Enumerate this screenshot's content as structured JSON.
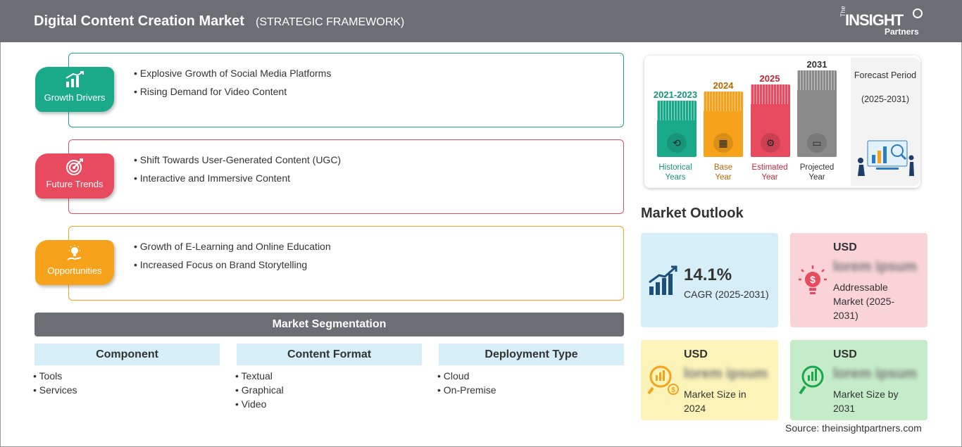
{
  "header": {
    "title": "Digital Content Creation Market",
    "subtitle": "(STRATEGIC FRAMEWORK)",
    "logo": {
      "the": "The",
      "insight": "INSIGHT",
      "partners": "Partners"
    }
  },
  "factors": {
    "drivers": {
      "label": "Growth Drivers",
      "icon": "bar-chart-growth-icon",
      "color": "#1aaa8a",
      "items": [
        "Explosive Growth of Social Media Platforms",
        "Rising Demand for Video Content"
      ]
    },
    "trends": {
      "label": "Future Trends",
      "icon": "target-icon",
      "color": "#e84a5f",
      "items": [
        "Shift Towards User-Generated Content (UGC)",
        "Interactive and Immersive Content"
      ]
    },
    "opportunities": {
      "label": "Opportunities",
      "icon": "lightbulb-hand-icon",
      "color": "#f7a21b",
      "items": [
        "Growth of E-Learning and Online Education",
        "Increased Focus on Brand Storytelling"
      ]
    }
  },
  "segmentation": {
    "title": "Market Segmentation",
    "columns": [
      {
        "heading": "Component",
        "items": [
          "Tools",
          "Services"
        ]
      },
      {
        "heading": "Content Format",
        "items": [
          "Textual",
          "Graphical",
          "Video"
        ]
      },
      {
        "heading": "Deployment Type",
        "items": [
          "Cloud",
          "On-Premise"
        ]
      }
    ]
  },
  "timeline": {
    "periods": [
      {
        "year": "2021-2023",
        "label_1": "Historical",
        "label_2": "Years",
        "color": "#1aaa8a",
        "year_color": "#14967a",
        "icon": "history-icon"
      },
      {
        "year": "2024",
        "label_1": "Base",
        "label_2": "Year",
        "color": "#f7a21b",
        "year_color": "#b56a00",
        "icon": "calendar-icon"
      },
      {
        "year": "2025",
        "label_1": "Estimated",
        "label_2": "Year",
        "color": "#e84a5f",
        "year_color": "#c0273c",
        "icon": "estimate-icon"
      },
      {
        "year": "2031",
        "label_1": "Projected",
        "label_2": "Year",
        "color": "#8a8a8a",
        "year_color": "#333333",
        "icon": "presentation-icon"
      }
    ],
    "forecast": {
      "title": "Forecast Period",
      "range": "(2025-2031)"
    }
  },
  "outlook": {
    "title": "Market Outlook",
    "cagr": {
      "value": "14.1%",
      "label": "CAGR (2025-2031)",
      "icon": "growth-chart-icon",
      "bg": "#d6eef8"
    },
    "addressable": {
      "usd": "USD",
      "value": "lorem ipsum",
      "label": "Addressable Market (2025-2031)",
      "icon": "dollar-bulb-icon",
      "bg": "#f9d3d8"
    },
    "size_2024": {
      "usd": "USD",
      "value": "lorem ipsum",
      "label": "Market Size in 2024",
      "icon": "magnifier-coins-icon",
      "bg": "#fbf3b8"
    },
    "size_2031": {
      "usd": "USD",
      "value": "lorem ipsum",
      "label": "Market Size by 2031",
      "icon": "magnifier-chart-icon",
      "bg": "#c5ecc8"
    }
  },
  "source": "Source: theinsightpartners.com"
}
